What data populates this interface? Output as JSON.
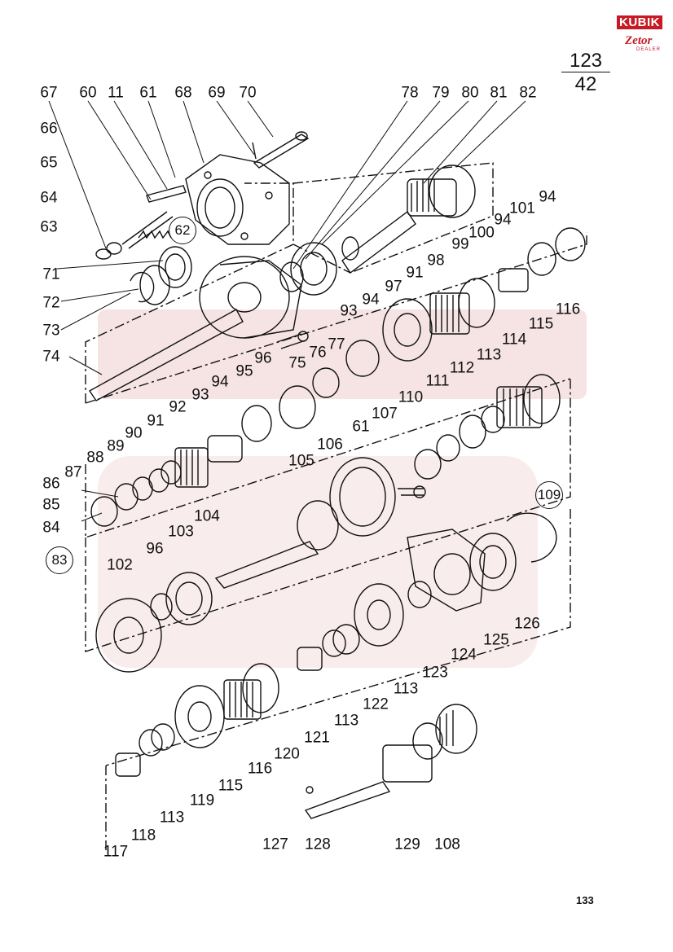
{
  "brand": {
    "title": "KUBIK",
    "subtitle": "Zetor",
    "tag": "DEALER",
    "red": "#c61b24",
    "watermark": "#f3dede"
  },
  "page": {
    "table_no": "123",
    "sheet_no": "42",
    "footer_no": "133"
  },
  "groups": {
    "g62": "62",
    "g83": "83",
    "g109": "109"
  },
  "labels": {
    "l67": "67",
    "l60": "60",
    "l11": "11",
    "l61a": "61",
    "l68": "68",
    "l69": "69",
    "l70": "70",
    "l78": "78",
    "l79": "79",
    "l80": "80",
    "l81": "81",
    "l82": "82",
    "l66": "66",
    "l65": "65",
    "l64": "64",
    "l63": "63",
    "l94a": "94",
    "l101": "101",
    "l94b": "94",
    "l100": "100",
    "l99": "99",
    "l71": "71",
    "l72": "72",
    "l73": "73",
    "l74": "74",
    "l98": "98",
    "l91a": "91",
    "l97": "97",
    "l94c": "94",
    "l93a": "93",
    "l77": "77",
    "l76": "76",
    "l75": "75",
    "l96a": "96",
    "l95": "95",
    "l116a": "116",
    "l115a": "115",
    "l114": "114",
    "l113a": "113",
    "l112": "112",
    "l111": "111",
    "l110": "110",
    "l107": "107",
    "l94d": "94",
    "l93b": "93",
    "l92": "92",
    "l91b": "91",
    "l90": "90",
    "l89": "89",
    "l88": "88",
    "l87": "87",
    "l86": "86",
    "l85": "85",
    "l84": "84",
    "l106": "106",
    "l105": "105",
    "l61b": "61",
    "l104": "104",
    "l103": "103",
    "l96b": "96",
    "l102": "102",
    "l124": "124",
    "l125": "125",
    "l126": "126",
    "l123": "123",
    "l113b": "113",
    "l122": "122",
    "l113c": "113",
    "l121": "121",
    "l120": "120",
    "l116b": "116",
    "l115b": "115",
    "l119": "119",
    "l113d": "113",
    "l118": "118",
    "l117": "117",
    "l127": "127",
    "l128": "128",
    "l129": "129",
    "l108": "108"
  }
}
